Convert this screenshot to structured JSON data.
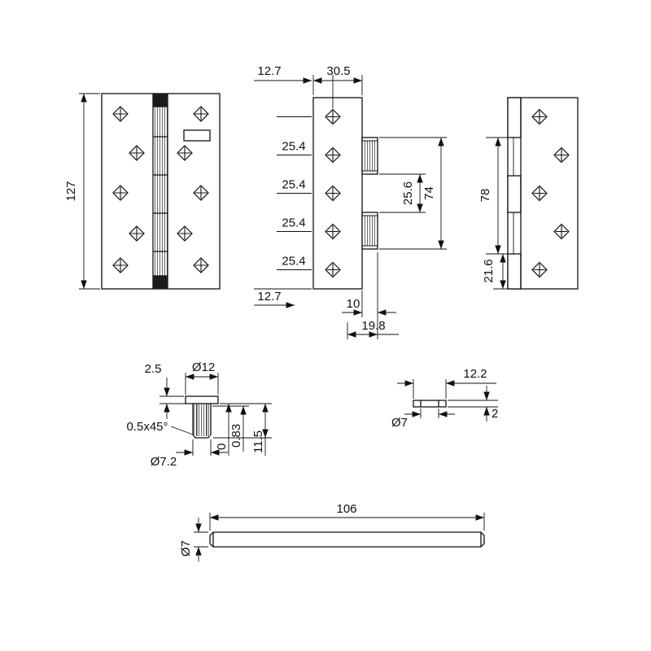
{
  "drawing": {
    "front_view": {
      "height": "127"
    },
    "section_view": {
      "hole_edge_offset": "12.7",
      "leaf_width": "30.5",
      "hole_spacing": [
        "25.4",
        "25.4",
        "25.4",
        "25.4"
      ],
      "bottom_edge_offset": "12.7",
      "knuckle_gap": "25.6",
      "knuckle_span": "74",
      "knuckle_protrusion": "10",
      "knuckle_depth": "19.8"
    },
    "back_view": {
      "knuckle_span": "78",
      "bottom_knuckle_height": "21.6"
    },
    "bushing_detail": {
      "flange_thickness": "2.5",
      "flange_diameter": "Ø12",
      "chamfer": "0.5x45°",
      "body_diameter": "Ø7.2",
      "datum": "0",
      "wall_thickness": "0.83",
      "body_length": "11.5"
    },
    "washer_detail": {
      "outer_diameter": "12.2",
      "hole_diameter": "Ø7",
      "thickness": "2"
    },
    "pin_detail": {
      "length": "106",
      "diameter": "Ø7"
    }
  }
}
